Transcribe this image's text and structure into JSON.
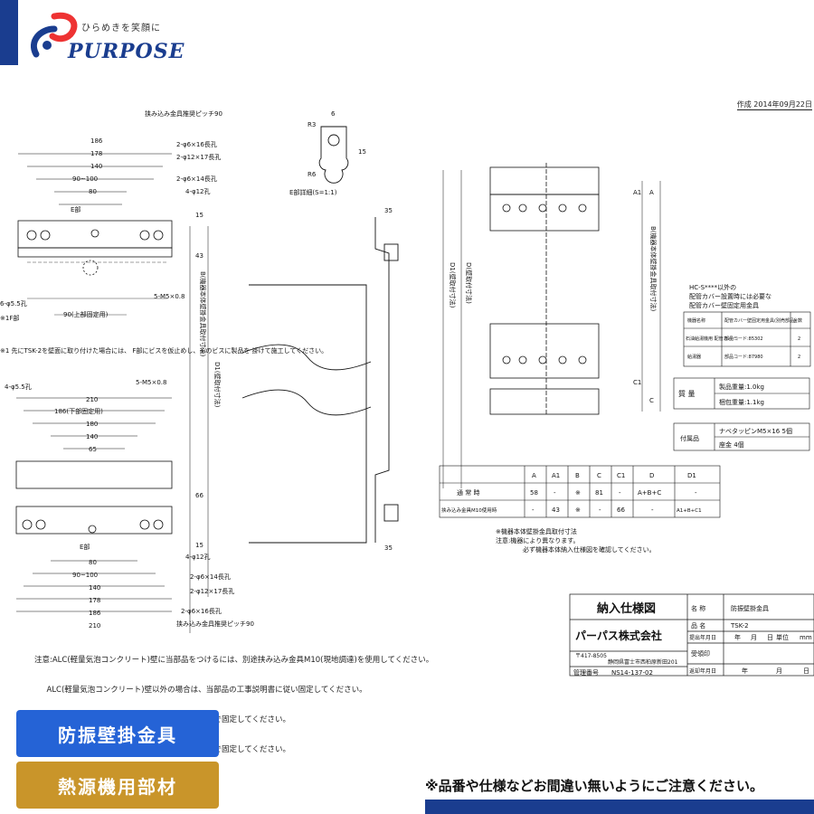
{
  "header": {
    "tagline": "ひらめきを笑顔に",
    "brand": "PURPOSE",
    "brand_color": "#1a3d8f"
  },
  "drawing": {
    "date_stamp": "作成 2014年09月22日",
    "pitch_label_top": "挟み込み金具推奨ピッチ90",
    "pitch_label_bottom": "挟み込み金具推奨ピッチ90",
    "detail_label": "E部詳細(S=1:1)",
    "top_dims": [
      "186",
      "178",
      "140",
      "90~100",
      "80"
    ],
    "bottom_dims": [
      "210",
      "186(下部固定用)",
      "180",
      "140",
      "65"
    ],
    "bottom_lower_dims": [
      "80",
      "90~100",
      "140",
      "178",
      "186",
      "210"
    ],
    "holes_top": [
      "2-φ6×16長孔",
      "2-φ12×17長孔",
      "2-φ6×14長孔",
      "4-φ12孔"
    ],
    "holes_bottom": [
      "4-φ12孔",
      "2-φ6×14長孔",
      "2-φ12×17長孔",
      "2-φ6×16長孔"
    ],
    "e_label": "E部",
    "f_label": "※1F部",
    "upper_fix": "90(上部固定用)",
    "six_hole": "6-φ5.5孔",
    "four_hole": "4-φ5.5孔",
    "m5_top": "5-M5×0.8",
    "m5_bottom": "5-M5×0.8",
    "note1": "※1 先にTSK-2を壁面に取り付けた場合には、\nF部にビスを仮止めし、そのビスに製品を\n掛けて施工してください。",
    "vertical_b": "B(機器本体壁掛金具取付寸法)",
    "vertical_d1": "D1(壁取付寸法)",
    "vertical_d": "D(壁取付寸法)",
    "side_dims": [
      "15",
      "43",
      "66",
      "15"
    ],
    "detail_dims": [
      "6",
      "15",
      "R3",
      "R6"
    ],
    "section_dims": [
      "35",
      "35"
    ],
    "section_numbers": [
      "A",
      "A1",
      "C1",
      "C"
    ],
    "right_note_title": "HC-S****以外の",
    "right_note_2": "配管カバー設置時には必要な",
    "right_note_3": "配管カバー壁固定用金具",
    "cover_table": {
      "headers": [
        "機器名称",
        "配管カバー壁固定用金具(別売部品)",
        "台数"
      ],
      "rows": [
        [
          "石油給湯機用\n配管カバー",
          "部品コード:85302",
          "2"
        ],
        [
          "給湯器",
          "部品コード:87980",
          "2"
        ]
      ]
    },
    "mass": {
      "label": "質 量",
      "product": "製品重量:1.0kg",
      "packed": "梱包重量:1.1kg"
    },
    "accessories": {
      "label": "付属品",
      "item1": "ナベタッピンM5×16 5個",
      "item2": "座金 4個"
    },
    "dim_table": {
      "headers": [
        "",
        "A",
        "A1",
        "B",
        "C",
        "C1",
        "D",
        "D1"
      ],
      "rows": [
        [
          "通 常 時",
          "58",
          "-",
          "※",
          "81",
          "-",
          "A+B+C",
          "-"
        ],
        [
          "挟み込み金具M10使用時",
          "-",
          "43",
          "※",
          "-",
          "66",
          "-",
          "A1+B+C1"
        ]
      ]
    },
    "table_note_1": "※機器本体壁掛金具取付寸法",
    "table_note_2": "注意:機器により異なります。",
    "table_note_3": "必ず機器本体納入仕様図を確認してください。",
    "spec_block": {
      "title": "納入仕様図",
      "company": "パーパス株式会社",
      "address_1": "〒417-8505",
      "address_2": "静岡県富士市西柏原新田201",
      "mgmt_no_label": "管理番号",
      "mgmt_no": "NS14-137-02",
      "name_label": "名 称",
      "name": "防振壁掛金具",
      "part_label": "品 名",
      "part": "TSK-2",
      "sub_label": "提出年月日",
      "sub_y": "年",
      "sub_m": "月",
      "sub_d": "日",
      "unit_label": "単位",
      "unit": "mm",
      "recv_label": "受領印",
      "ret_label": "返却年月日",
      "ret_y": "年",
      "ret_m": "月",
      "ret_d": "日"
    },
    "footer_notes": [
      "注意:ALC(軽量気泡コンクリート)壁に当部品をつけるには、別途挟み込み金具M10(現地調達)を使用してください。",
      "     ALC(軽量気泡コンクリート)壁以外の場合は、当部品の工事説明書に従い固定してください。",
      "     上部固定用:製品とTSK-2を左右対称位置の2ヶ所で固定してください。",
      "     下部固定用:製品とTSK-2を左右対称位置の2ヶ所で固定してください。"
    ]
  },
  "tags": {
    "tag1": "防振壁掛金具",
    "tag1_color": "#2563d6",
    "tag2": "熱源機用部材",
    "tag2_color": "#c9952a"
  },
  "footer": {
    "notice": "※品番や仕様などお間違い無いようにご注意ください。",
    "bar_color": "#1a3d8f"
  }
}
